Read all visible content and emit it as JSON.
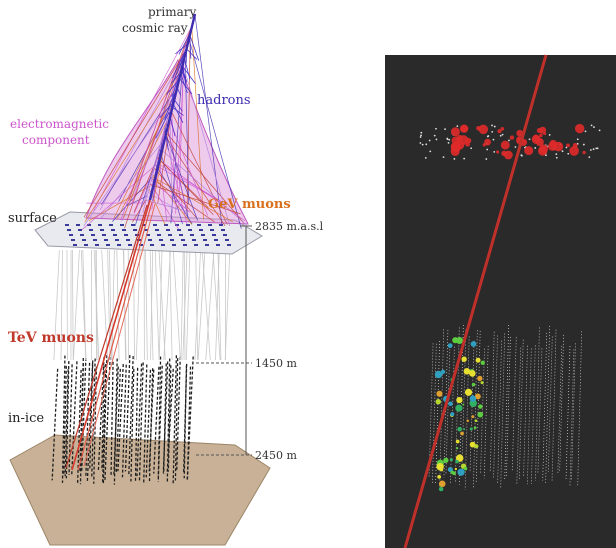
{
  "labels": {
    "primary_line1": "primary",
    "primary_line2": "cosmic ray",
    "hadrons": "hadrons",
    "em_line1": "electromagnetic",
    "em_line2": "component",
    "gev_muons": "GeV muons",
    "surface": "surface",
    "tev_muons": "TeV muons",
    "in_ice": "in-ice"
  },
  "depth_markers": {
    "top": "2835 m.a.s.l",
    "middle": "1450 m",
    "bottom": "2450 m"
  },
  "colors": {
    "hadrons": "#3d2bb0",
    "electromagnetic": "#cc55cc",
    "gev_muons": "#d9701f",
    "tev_muons": "#c0392b",
    "bedrock": "#c8b196",
    "event_panel_bg": "#2a2a2a",
    "track": "#c0302a"
  }
}
